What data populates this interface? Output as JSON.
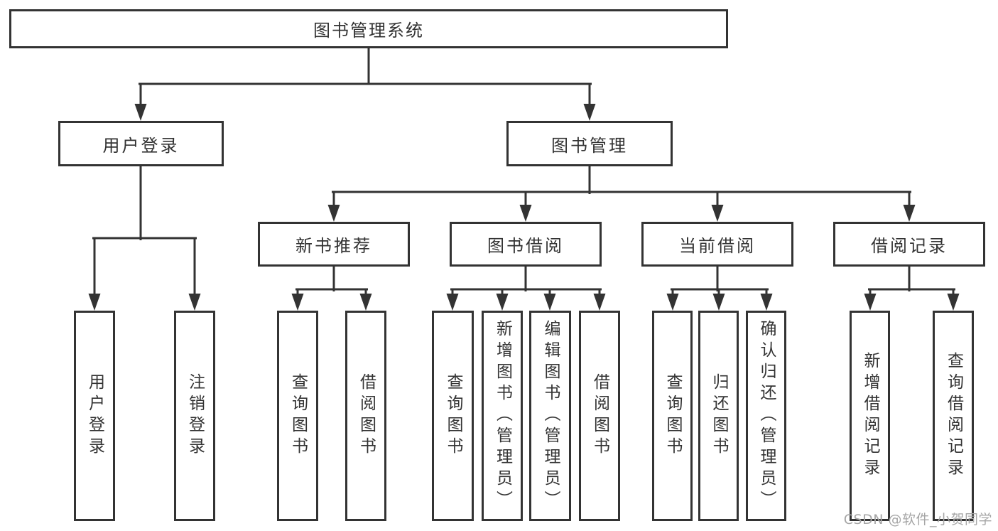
{
  "diagram": {
    "type": "hierarchy-tree",
    "colors": {
      "line": "#333333",
      "border": "#333333",
      "text": "#333333",
      "background": "#ffffff",
      "watermark": "#a6a6a6"
    },
    "tree": {
      "label": "图书管理系统",
      "children": [
        {
          "label": "用户登录",
          "children": [
            {
              "label": "用户登录"
            },
            {
              "label": "注销登录"
            }
          ]
        },
        {
          "label": "图书管理",
          "children": [
            {
              "label": "新书推荐",
              "children": [
                {
                  "label": "查询图书"
                },
                {
                  "label": "借阅图书"
                }
              ]
            },
            {
              "label": "图书借阅",
              "children": [
                {
                  "label": "查询图书"
                },
                {
                  "label": "新增图书（管理员）"
                },
                {
                  "label": "编辑图书（管理员）"
                },
                {
                  "label": "借阅图书"
                }
              ]
            },
            {
              "label": "当前借阅",
              "children": [
                {
                  "label": "查询图书"
                },
                {
                  "label": "归还图书"
                },
                {
                  "label": "确认归还（管理员）"
                }
              ]
            },
            {
              "label": "借阅记录",
              "children": [
                {
                  "label": "新增借阅记录"
                },
                {
                  "label": "查询借阅记录"
                }
              ]
            }
          ]
        }
      ]
    },
    "watermark": "CSDN @软件_小贺同学"
  }
}
